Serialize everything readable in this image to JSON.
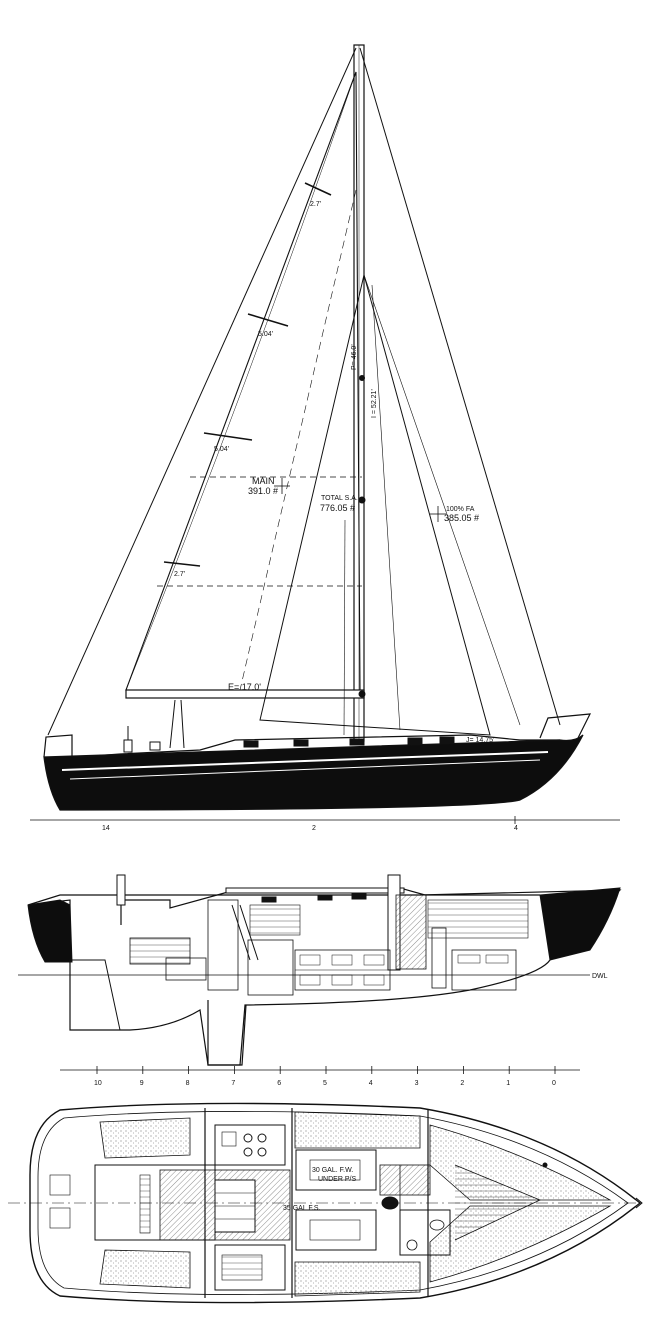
{
  "sail_plan": {
    "main_label": "MAIN",
    "main_area": "391.0 #",
    "total_label": "TOTAL S.A.",
    "total_area": "776.05 #",
    "fore_label": "100% FA",
    "fore_area": "385.05 #",
    "p_dim": "P= 46.0'",
    "i_dim": "I = 52.21'",
    "e_dim": "E= 17.0'",
    "j_dim": "J= 14.75'",
    "spreader_1": "2.7'",
    "spreader_2": "5.04'",
    "spreader_3": "5.04'",
    "spreader_4": "2.7'",
    "baseline_ticks": [
      "14",
      "2",
      "4"
    ]
  },
  "profile": {
    "dwl_label": "DWL",
    "stations": [
      "10",
      "9",
      "8",
      "7",
      "6",
      "5",
      "4",
      "3",
      "2",
      "1",
      "0"
    ]
  },
  "accommodation": {
    "water_tank": "30 GAL. F.W.",
    "water_tank_sub": "UNDER P/S",
    "fuel_tank": "35 GAL F.S."
  },
  "colors": {
    "ink": "#111111",
    "hull_fill": "#0d0d0d",
    "paper": "#ffffff",
    "stipple": "#bdbdbd"
  }
}
